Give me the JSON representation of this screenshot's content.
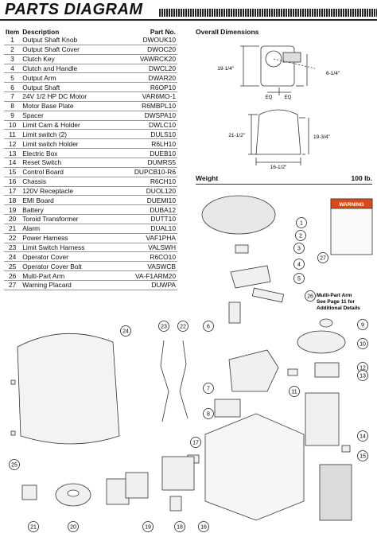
{
  "header": {
    "title": "PARTS DIAGRAM"
  },
  "table": {
    "headers": {
      "item": "Item",
      "description": "Description",
      "part_no": "Part No."
    },
    "rows": [
      {
        "item": "1",
        "description": "Output Shaft Knob",
        "part_no": "DWOUK10"
      },
      {
        "item": "2",
        "description": "Output Shaft Cover",
        "part_no": "DWOC20"
      },
      {
        "item": "3",
        "description": "Clutch Key",
        "part_no": "VAWRCK20"
      },
      {
        "item": "4",
        "description": "Clutch and Handle",
        "part_no": "DWCL20"
      },
      {
        "item": "5",
        "description": "Output Arm",
        "part_no": "DWAR20"
      },
      {
        "item": "6",
        "description": "Output Shaft",
        "part_no": "R6OP10"
      },
      {
        "item": "7",
        "description": "24V 1/2 HP DC Motor",
        "part_no": "VAR6MO-1"
      },
      {
        "item": "8",
        "description": "Motor Base Plate",
        "part_no": "R6MBPL10"
      },
      {
        "item": "9",
        "description": "Spacer",
        "part_no": "DWSPA10"
      },
      {
        "item": "10",
        "description": "Limit Cam & Holder",
        "part_no": "DWLC10"
      },
      {
        "item": "11",
        "description": "Limit switch (2)",
        "part_no": "DULS10"
      },
      {
        "item": "12",
        "description": "Limit switch Holder",
        "part_no": "R6LH10"
      },
      {
        "item": "13",
        "description": "Electric Box",
        "part_no": "DUEB10"
      },
      {
        "item": "14",
        "description": "Reset Switch",
        "part_no": "DUMRS5"
      },
      {
        "item": "15",
        "description": "Control Board",
        "part_no": "DUPCB10-R6"
      },
      {
        "item": "16",
        "description": "Chassis",
        "part_no": "R6CH10"
      },
      {
        "item": "17",
        "description": "120V Receptacle",
        "part_no": "DUOL120"
      },
      {
        "item": "18",
        "description": "EMI Board",
        "part_no": "DUEMI10"
      },
      {
        "item": "19",
        "description": "Battery",
        "part_no": "DUBA12"
      },
      {
        "item": "20",
        "description": "Toroid Transformer",
        "part_no": "DUTT10"
      },
      {
        "item": "21",
        "description": "Alarm",
        "part_no": "DUAL10"
      },
      {
        "item": "22",
        "description": "Power Harness",
        "part_no": "VAF1PHA"
      },
      {
        "item": "23",
        "description": "Limit Switch Harness",
        "part_no": "VALSWH"
      },
      {
        "item": "24",
        "description": "Operator Cover",
        "part_no": "R6CO10"
      },
      {
        "item": "25",
        "description": "Operator Cover Bolt",
        "part_no": "VASWCB"
      },
      {
        "item": "26",
        "description": "Multi-Part Arm",
        "part_no": "VA-F1ARM20"
      },
      {
        "item": "27",
        "description": "Warning Placard",
        "part_no": "DUWPA"
      }
    ]
  },
  "dimensions": {
    "title": "Overall Dimensions",
    "top_height": "19-1/4\"",
    "top_offset": "6-1/4\"",
    "eq": "EQ",
    "front_left": "21-1/2\"",
    "front_right": "19-3/4\"",
    "front_width": "16-1/2\""
  },
  "weight": {
    "label": "Weight",
    "value": "100 lb."
  },
  "callouts": {
    "multi_part_note": [
      "Multi-Part Arm",
      "See Page 11 for",
      "Additional Details"
    ],
    "warning_word": "WARNING"
  }
}
